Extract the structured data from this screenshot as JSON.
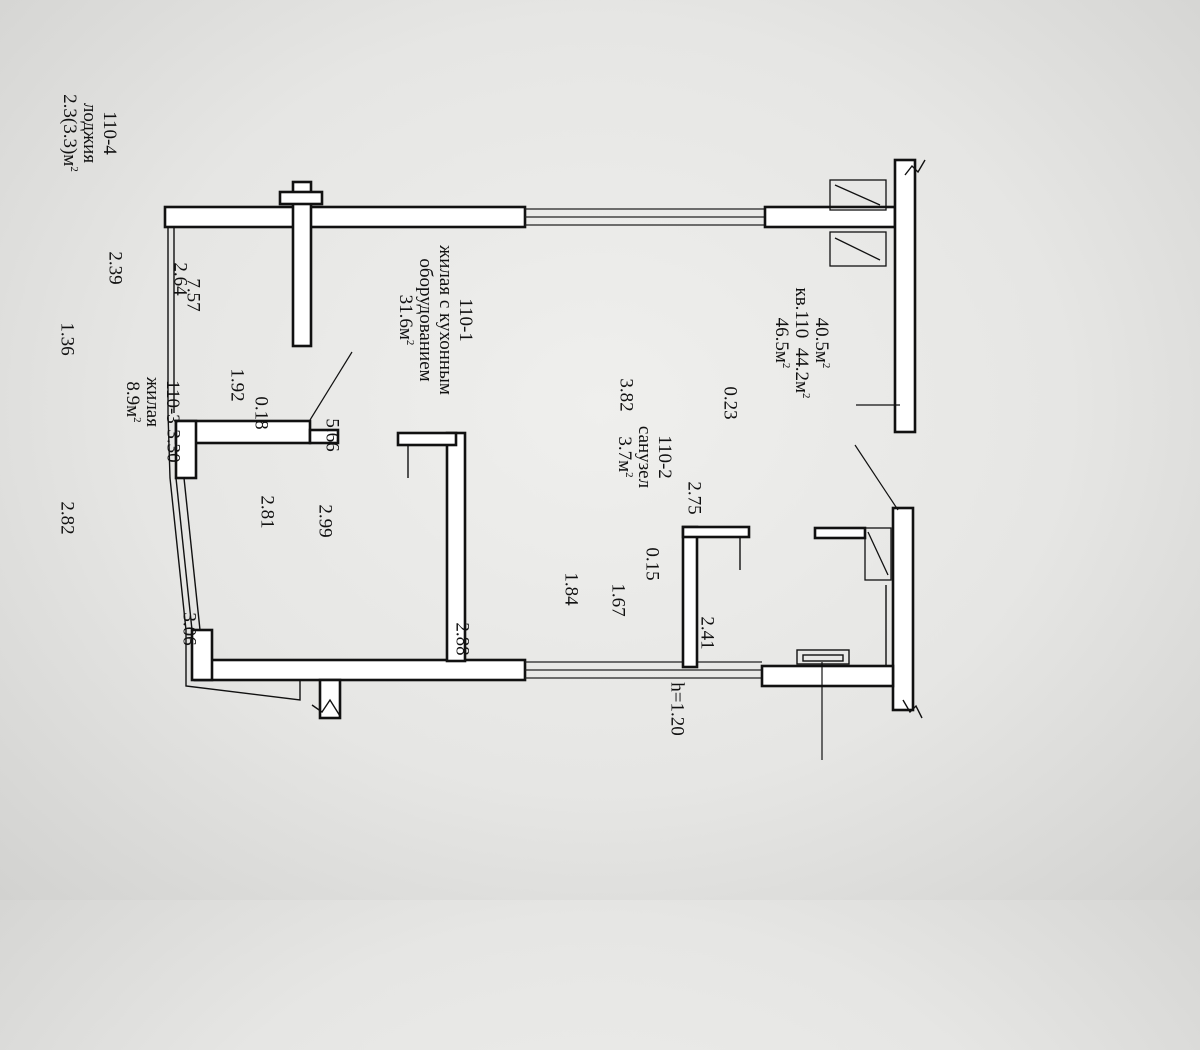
{
  "rooms": {
    "living_kitchen": {
      "number": "110-1",
      "name_line1": "жилая с кухонным",
      "name_line2": "оборудованием",
      "area": "31.6м",
      "area_sup": "2"
    },
    "bathroom": {
      "number": "110-2",
      "name": "санузел",
      "area": "3.7м",
      "area_sup": "2"
    },
    "bedroom": {
      "number": "110-3",
      "name": "жилая",
      "area": "8.9м",
      "area_sup": "2"
    },
    "loggia": {
      "number": "110-4",
      "name": "лоджия",
      "area": "2.3(3.3)м",
      "area_sup": "2"
    }
  },
  "apartment": {
    "area1": "40.5м",
    "area1_sup": "2",
    "number_area": "кв.110  44.2м",
    "number_area_sup": "2",
    "area2": "46.5м",
    "area2_sup": "2"
  },
  "dimensions": {
    "d757": "7.57",
    "d566": "5.66",
    "d382": "3.82",
    "d023": "0.23",
    "d192": "1.92",
    "d018": "0.18",
    "d239": "2.39",
    "d264": "2.64",
    "d136": "1.36",
    "d330": "3.30",
    "d282": "2.82",
    "d281": "2.81",
    "d299": "2.99",
    "d306": "3.06",
    "d288": "2.88",
    "d275": "2.75",
    "d015": "0.15",
    "d184": "1.84",
    "d167": "1.67",
    "d241": "2.41",
    "h120": "h=1.20"
  }
}
